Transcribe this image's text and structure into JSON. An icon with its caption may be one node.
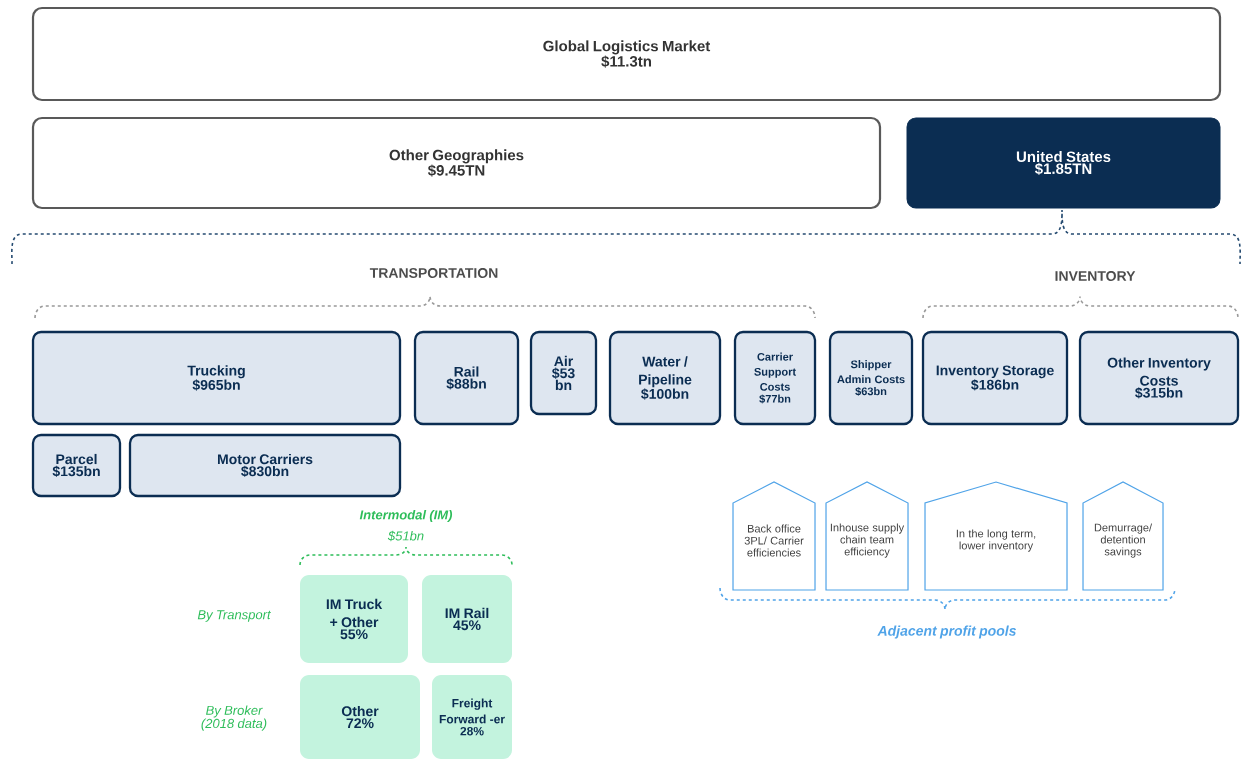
{
  "diagram": {
    "nodes": [
      {
        "text": [
          "Global Logistics Market",
          "$11.3tn"
        ]
      },
      {
        "text": [
          "Other Geographies",
          "$9.45TN"
        ]
      },
      {
        "text": [
          "United States",
          "$1.85TN"
        ]
      },
      {
        "text": [
          "Trucking",
          "$965bn"
        ]
      },
      {
        "text": [
          "Rail",
          "$88bn"
        ]
      },
      {
        "text": [
          "Air",
          "$53 bn"
        ]
      },
      {
        "text": [
          "Water / Pipeline",
          "$100bn"
        ]
      },
      {
        "text": [
          "Carrier Support Costs",
          "$77bn"
        ]
      },
      {
        "text": [
          "Shipper Admin Costs",
          "$63bn"
        ]
      },
      {
        "text": [
          "Inventory Storage",
          "$186bn"
        ]
      },
      {
        "text": [
          "Other Inventory Costs",
          "$315bn"
        ]
      },
      {
        "text": [
          "Parcel",
          "$135bn"
        ]
      },
      {
        "text": [
          "Motor Carriers",
          "$830bn"
        ]
      },
      {
        "text": [
          "IM Truck + Other",
          "55%"
        ]
      },
      {
        "text": [
          "IM Rail",
          "45%"
        ]
      },
      {
        "text": [
          "Other",
          "72%"
        ]
      },
      {
        "text": [
          "Freight Forward -er",
          "28%"
        ]
      },
      {
        "text": [
          "Back office 3PL/ Carrier efficiencies"
        ]
      },
      {
        "text": [
          "Inhouse supply chain team efficiency"
        ]
      },
      {
        "text": [
          "In the long term, lower inventory"
        ]
      },
      {
        "text": [
          "Demurrage/ detention savings"
        ]
      }
    ],
    "labels": [
      "TRANSPORTATION",
      "INVENTORY",
      "Intermodal (IM)",
      "$51bn",
      "By Transport",
      "By Broker (2018 data)",
      "Adjacent profit pools"
    ]
  }
}
